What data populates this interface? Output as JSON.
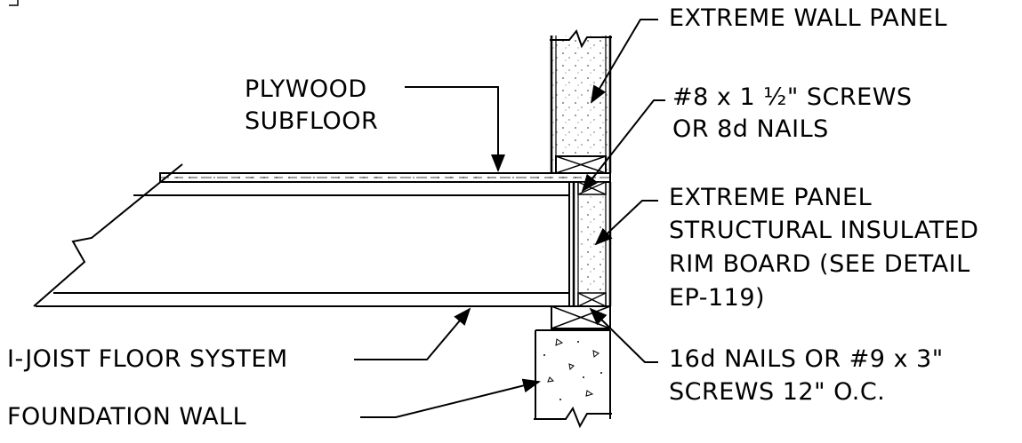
{
  "labels": {
    "extreme_wall_panel": "EXTREME WALL PANEL",
    "screws_line1": "#8 x 1 ½\" SCREWS",
    "screws_line2": "OR 8d NAILS",
    "plywood_line1": "PLYWOOD",
    "plywood_line2": "SUBFLOOR",
    "rim_line1": "EXTREME PANEL",
    "rim_line2": "STRUCTURAL INSULATED",
    "rim_line3": "RIM BOARD (SEE DETAIL",
    "rim_line4": "EP-119)",
    "ijoist": "I-JOIST FLOOR SYSTEM",
    "nails_line1": "16d NAILS OR #9 x 3\"",
    "nails_line2": "SCREWS 12\" O.C.",
    "foundation": "FOUNDATION WALL"
  },
  "colors": {
    "line": "#000000",
    "paper": "#ffffff",
    "speckle": "#555555"
  }
}
